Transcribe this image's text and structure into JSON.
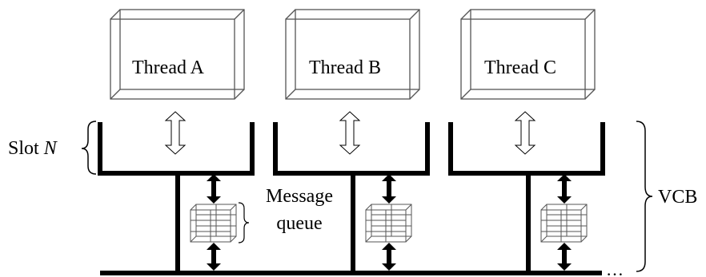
{
  "threads": [
    {
      "label": "Thread A"
    },
    {
      "label": "Thread B"
    },
    {
      "label": "Thread C"
    }
  ],
  "slot_label_prefix": "Slot ",
  "slot_label_var": "N",
  "message_queue_line1": "Message",
  "message_queue_line2": "queue",
  "vcb_label": "VCB",
  "ellipsis": "…",
  "colors": {
    "ink": "#000000",
    "box_edge": "#555555",
    "background": "#ffffff"
  }
}
